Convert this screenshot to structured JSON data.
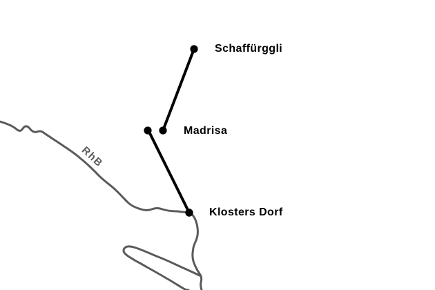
{
  "map": {
    "background_color": "#ffffff",
    "railway": {
      "label": "RhB",
      "color": "#5a5a5a"
    },
    "route": {
      "color": "#000000",
      "stations": [
        {
          "name": "Schaffürggli"
        },
        {
          "name": "Madrisa"
        },
        {
          "name": "Klosters Dorf"
        }
      ]
    }
  }
}
